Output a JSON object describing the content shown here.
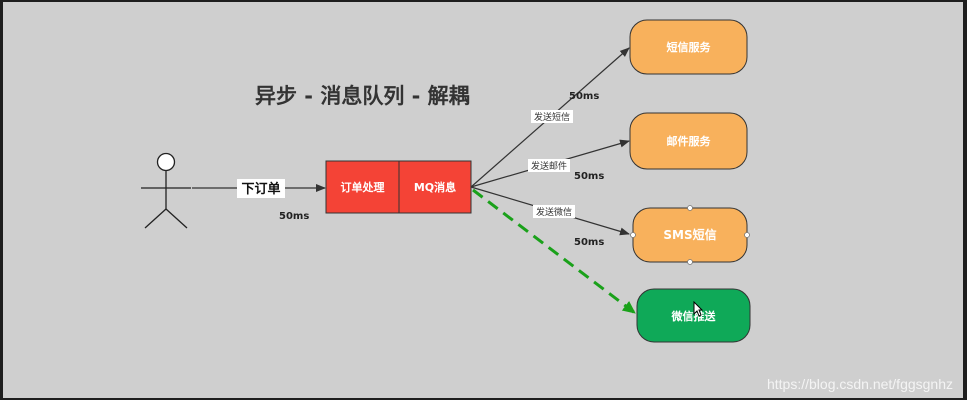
{
  "diagram": {
    "title": "异步 - 消息队列 - 解耦",
    "actor_action": "下订单",
    "actor_latency": "50ms",
    "process_nodes": [
      "订单处理",
      "MQ消息"
    ],
    "services": [
      {
        "label": "短信服务",
        "edge_label": "发送短信",
        "latency": "50ms",
        "color": "#f8b15c"
      },
      {
        "label": "邮件服务",
        "edge_label": "发送邮件",
        "latency": "50ms",
        "color": "#f8b15c"
      },
      {
        "label": "SMS短信",
        "edge_label": "发送微信",
        "latency": "50ms",
        "color": "#f8b15c"
      },
      {
        "label": "微信推送",
        "edge_label": "",
        "latency": "",
        "color": "#0fa958"
      }
    ],
    "process_color": "#f44336",
    "dashed_edge_color": "#1aa11a"
  },
  "watermark": "https://blog.csdn.net/fggsgnhz"
}
